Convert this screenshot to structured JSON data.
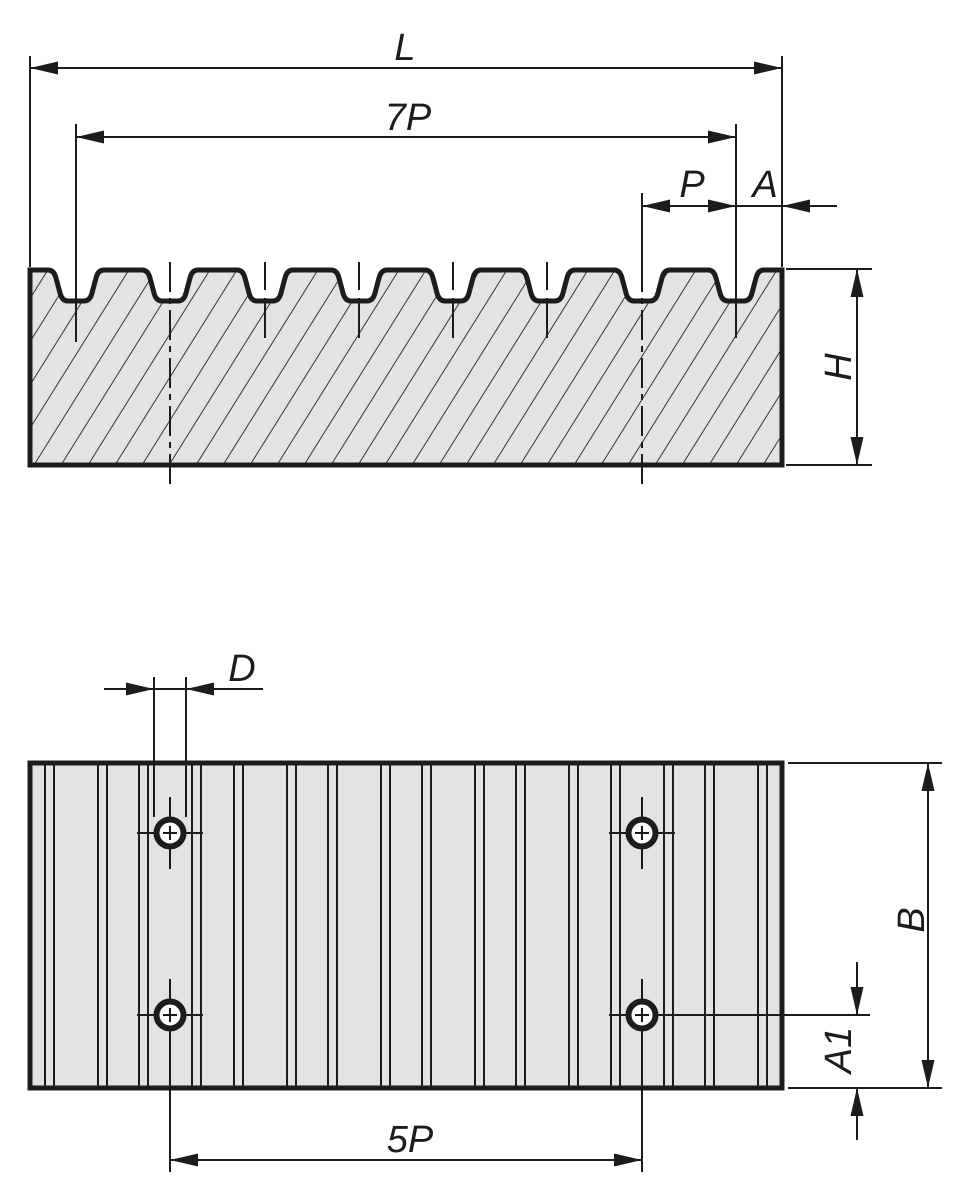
{
  "drawing": {
    "type": "technical-drawing",
    "subject": "toothed rack / timing belt profile plate, two orthographic views",
    "colors": {
      "line": "#1c1c1c",
      "surface": "#e3e3e3",
      "background": "#ffffff"
    },
    "labels": {
      "L": "L",
      "sevenP": "7P",
      "P": "P",
      "A": "A",
      "H": "H",
      "D": "D",
      "B": "B",
      "A1": "A1",
      "fiveP": "5P"
    }
  }
}
